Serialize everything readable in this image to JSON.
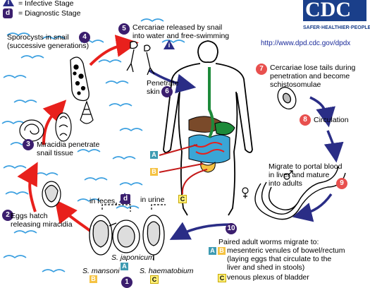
{
  "legend": {
    "infective": "= Infective Stage",
    "diagnostic": "= Diagnostic Stage",
    "i_letter": "i",
    "d_letter": "d"
  },
  "logo": {
    "text": "CDC",
    "tagline": "SAFER·HEALTHIER·PEOPLE™",
    "url": "http://www.dpd.cdc.gov/dpdx"
  },
  "steps": {
    "s1": {
      "num": "1"
    },
    "s2": {
      "num": "2",
      "label": "Eggs hatch\nreleasing miracidia"
    },
    "s3": {
      "num": "3",
      "label": "Miracidia penetrate\nsnail tissue"
    },
    "s4": {
      "num": "4",
      "label": "Sporocysts in snail\n(successive generations)"
    },
    "s5": {
      "num": "5",
      "label": "Cercariae released by snail\ninto water and free-swimming"
    },
    "s6": {
      "num": "6",
      "label": "Penetrate\nskin"
    },
    "s7": {
      "num": "7",
      "label": "Cercariae lose tails during\npenetration and become\nschistosomulae"
    },
    "s8": {
      "num": "8",
      "label": "Circulation"
    },
    "s9": {
      "num": "9",
      "label": "Migrate to portal blood\nin liver and mature\ninto adults"
    },
    "s10": {
      "num": "10",
      "label": "Paired adult worms migrate to:"
    }
  },
  "site_labels": {
    "ab": "mesenteric venules of bowel/rectum\n(laying eggs that circulate to the\nliver and shed in stools)",
    "c": "venous plexus of bladder"
  },
  "eggs": {
    "in_feces": "in feces",
    "in_urine": "in urine",
    "japonicum": "S. japonicum",
    "mansoni": "S. mansoni",
    "haematobium": "S. haematobium"
  },
  "letters": {
    "a": "A",
    "b": "B",
    "c": "C"
  },
  "colors": {
    "purple_badge": "#3b1e6e",
    "red_badge": "#e8504e",
    "red_arrow": "#e8201c",
    "blue_arrow": "#2a2d86",
    "water_waves": "#3a9fe0",
    "box_a": "#3e9bb2",
    "box_b": "#f5c242",
    "box_c": "#fff17a"
  }
}
